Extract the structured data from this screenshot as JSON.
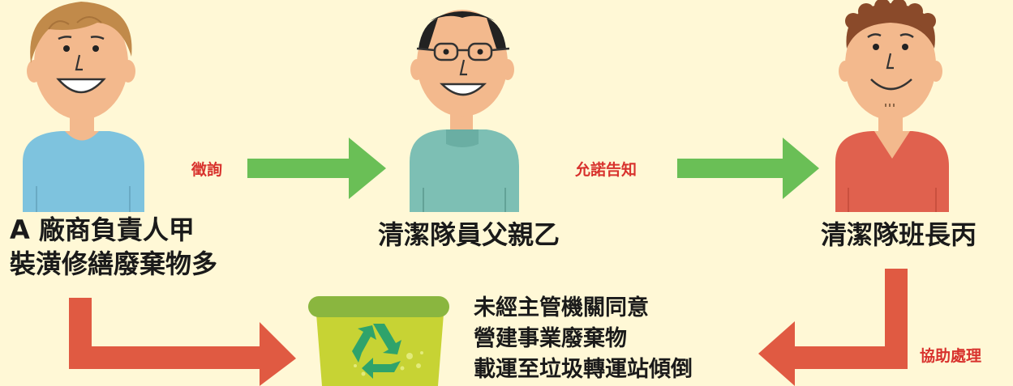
{
  "people": [
    {
      "line1": "A 廠商負責人甲",
      "line2": "裝潢修繕廢棄物多"
    },
    {
      "line1": "清潔隊員父親乙"
    },
    {
      "line1": "清潔隊班長丙"
    }
  ],
  "arrows": {
    "a_to_b": "徵詢",
    "b_to_c": "允諾告知",
    "c_to_bin": "協助處理"
  },
  "note": {
    "lines": [
      "未經主管機關同意",
      "營建事業廢棄物",
      "載運至垃圾轉運站傾倒"
    ]
  },
  "colors": {
    "background": "#fff8d6",
    "green_arrow": "#6abf56",
    "red_arrow": "#e05a42",
    "arrow_label": "#d8322d",
    "bin": "#c7d334",
    "bin_lid": "#8ab63f",
    "recycle_symbol": "#2fa36b",
    "skin": "#f3b98d",
    "person_a_shirt": "#7ec3de",
    "person_b_shirt": "#7dbfb4",
    "person_c_shirt": "#e0614e"
  },
  "icons": {
    "bin": "recycle-bin-icon",
    "recycle": "recycle-symbol-icon"
  }
}
